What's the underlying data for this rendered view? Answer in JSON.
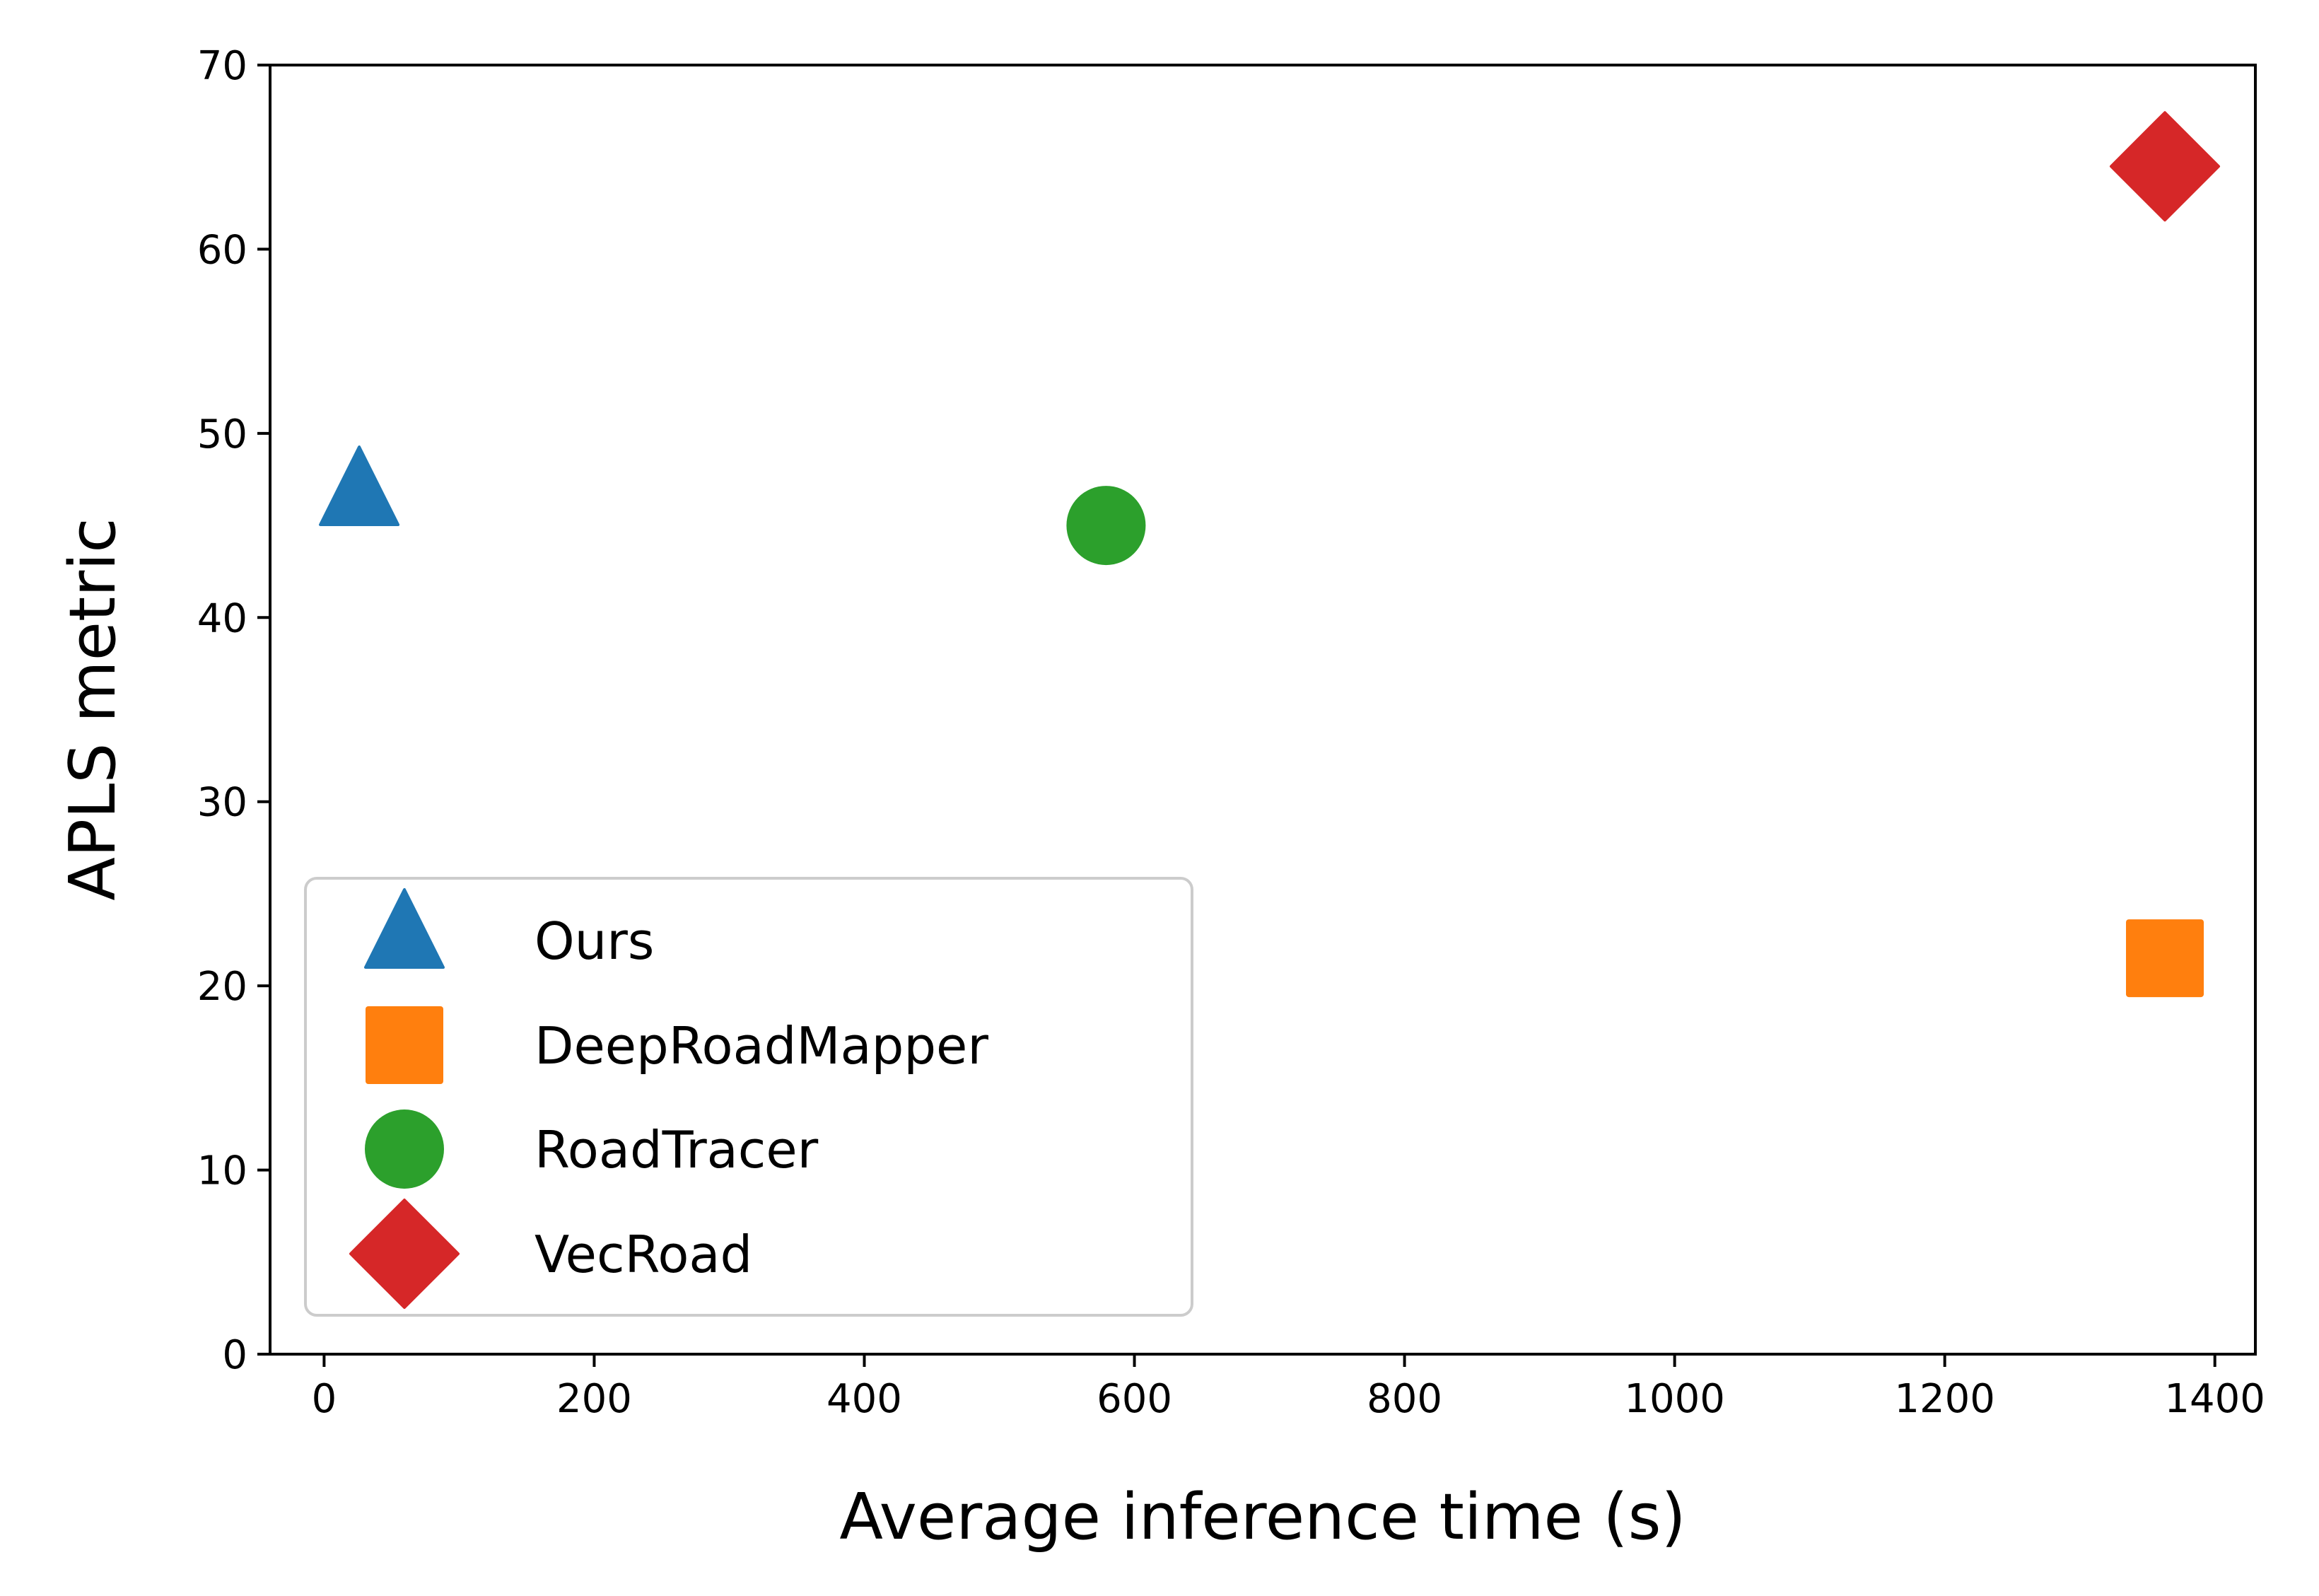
{
  "chart_data": {
    "type": "scatter",
    "xlabel": "Average inference time (s)",
    "ylabel": "APLS metric",
    "xlim": [
      -40,
      1430
    ],
    "ylim": [
      0,
      70
    ],
    "xticks": [
      "0",
      "200",
      "400",
      "600",
      "800",
      "1000",
      "1200",
      "1400"
    ],
    "xtick_values": [
      0,
      200,
      400,
      600,
      800,
      1000,
      1200,
      1400
    ],
    "yticks": [
      "0",
      "10",
      "20",
      "30",
      "40",
      "50",
      "60",
      "70"
    ],
    "ytick_values": [
      0,
      10,
      20,
      30,
      40,
      50,
      60,
      70
    ],
    "grid": false,
    "legend_position": "lower-left",
    "series": [
      {
        "name": "Ours",
        "marker": "triangle",
        "color": "#1f77b4",
        "x": 26,
        "y": 46.5
      },
      {
        "name": "DeepRoadMapper",
        "marker": "square",
        "color": "#ff7f0e",
        "x": 1363,
        "y": 21.5
      },
      {
        "name": "RoadTracer",
        "marker": "circle",
        "color": "#2ca02c",
        "x": 579,
        "y": 45
      },
      {
        "name": "VecRoad",
        "marker": "diamond",
        "color": "#d62728",
        "x": 1363,
        "y": 64.5
      }
    ]
  }
}
